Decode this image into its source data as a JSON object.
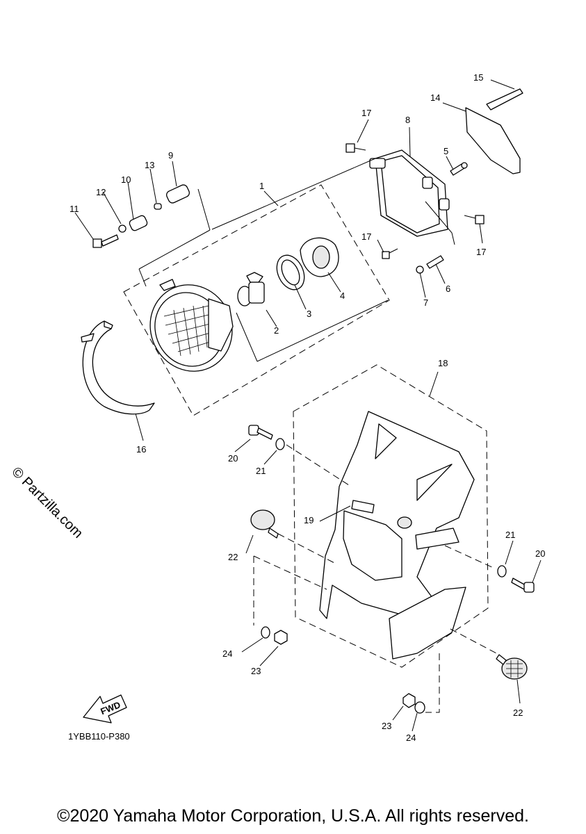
{
  "diagram": {
    "code": "1YBB110-P380",
    "fwd_label": "FWD",
    "watermark": "© Partzilla.com",
    "callouts": {
      "p1": "1",
      "p2": "2",
      "p3": "3",
      "p4": "4",
      "p5": "5",
      "p6": "6",
      "p7": "7",
      "p8": "8",
      "p9": "9",
      "p10": "10",
      "p11": "11",
      "p12": "12",
      "p13": "13",
      "p14": "14",
      "p15": "15",
      "p16": "16",
      "p17a": "17",
      "p17b": "17",
      "p17c": "17",
      "p18": "18",
      "p19": "19",
      "p20a": "20",
      "p20b": "20",
      "p21a": "21",
      "p21b": "21",
      "p22a": "22",
      "p22b": "22",
      "p23a": "23",
      "p23b": "23",
      "p24a": "24",
      "p24b": "24"
    }
  },
  "footer": {
    "copyright": "©2020 Yamaha Motor Corporation, U.S.A. All rights reserved."
  }
}
